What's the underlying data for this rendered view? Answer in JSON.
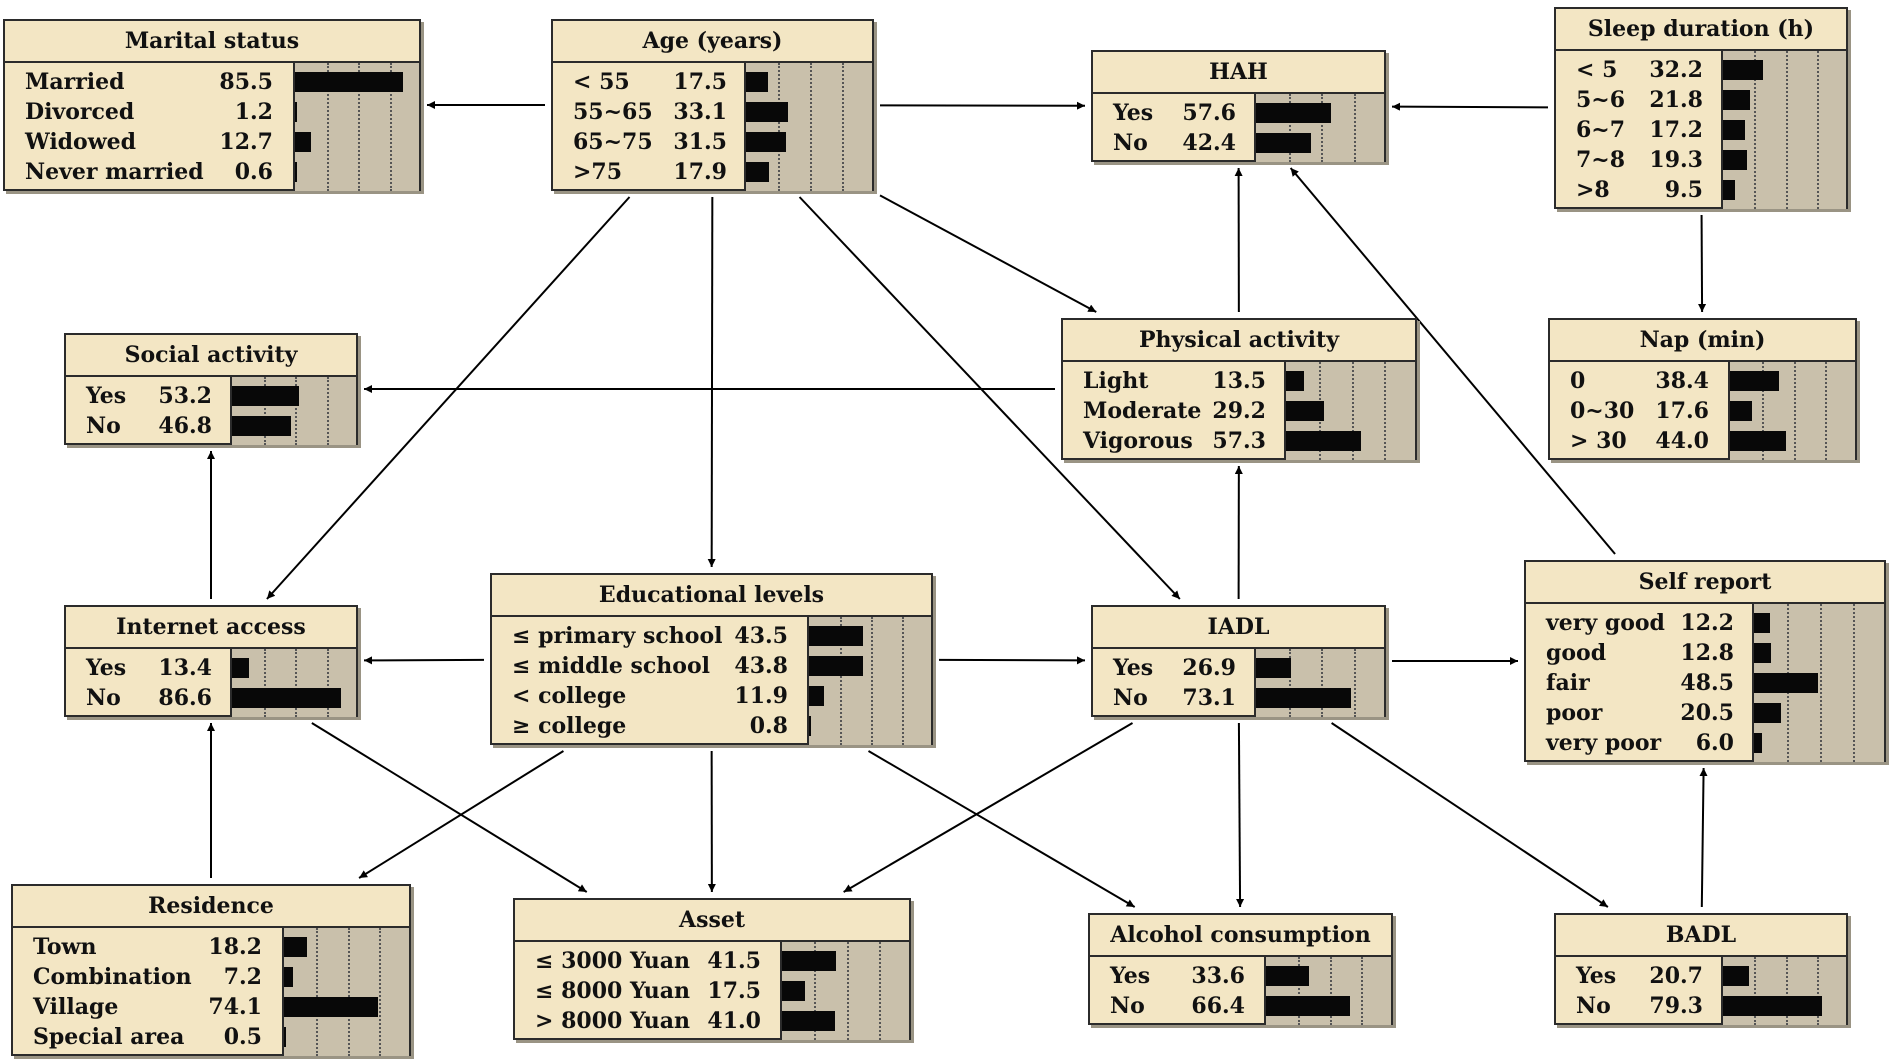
{
  "nodes": [
    {
      "id": "marital",
      "title": "Marital status",
      "states": [
        {
          "label": "Married",
          "value": "85.5"
        },
        {
          "label": "Divorced",
          "value": "1.2"
        },
        {
          "label": "Widowed",
          "value": "12.7"
        },
        {
          "label": "Never married",
          "value": "0.6"
        }
      ]
    },
    {
      "id": "age",
      "title": "Age (years)",
      "states": [
        {
          "label": "< 55",
          "value": "17.5"
        },
        {
          "label": "55~65",
          "value": "33.1"
        },
        {
          "label": "65~75",
          "value": "31.5"
        },
        {
          "label": ">75",
          "value": "17.9"
        }
      ]
    },
    {
      "id": "hah",
      "title": "HAH",
      "states": [
        {
          "label": "Yes",
          "value": "57.6"
        },
        {
          "label": "No",
          "value": "42.4"
        }
      ]
    },
    {
      "id": "sleep",
      "title": "Sleep duration (h)",
      "states": [
        {
          "label": "< 5",
          "value": "32.2"
        },
        {
          "label": "5~6",
          "value": "21.8"
        },
        {
          "label": "6~7",
          "value": "17.2"
        },
        {
          "label": "7~8",
          "value": "19.3"
        },
        {
          "label": ">8",
          "value": "9.5"
        }
      ]
    },
    {
      "id": "social",
      "title": "Social activity",
      "states": [
        {
          "label": "Yes",
          "value": "53.2"
        },
        {
          "label": "No",
          "value": "46.8"
        }
      ]
    },
    {
      "id": "physical",
      "title": "Physical activity",
      "states": [
        {
          "label": "Light",
          "value": "13.5"
        },
        {
          "label": "Moderate",
          "value": "29.2"
        },
        {
          "label": "Vigorous",
          "value": "57.3"
        }
      ]
    },
    {
      "id": "nap",
      "title": "Nap (min)",
      "states": [
        {
          "label": "0",
          "value": "38.4"
        },
        {
          "label": "0~30",
          "value": "17.6"
        },
        {
          "label": "> 30",
          "value": "44.0"
        }
      ]
    },
    {
      "id": "internet",
      "title": "Internet access",
      "states": [
        {
          "label": "Yes",
          "value": "13.4"
        },
        {
          "label": "No",
          "value": "86.6"
        }
      ]
    },
    {
      "id": "education",
      "title": "Educational levels",
      "states": [
        {
          "label": "≤ primary school",
          "value": "43.5"
        },
        {
          "label": "≤ middle school",
          "value": "43.8"
        },
        {
          "label": "< college",
          "value": "11.9"
        },
        {
          "label": "≥ college",
          "value": "0.8"
        }
      ]
    },
    {
      "id": "iadl",
      "title": "IADL",
      "states": [
        {
          "label": "Yes",
          "value": "26.9"
        },
        {
          "label": "No",
          "value": "73.1"
        }
      ]
    },
    {
      "id": "self",
      "title": "Self report",
      "states": [
        {
          "label": "very good",
          "value": "12.2"
        },
        {
          "label": "good",
          "value": "12.8"
        },
        {
          "label": "fair",
          "value": "48.5"
        },
        {
          "label": "poor",
          "value": "20.5"
        },
        {
          "label": "very poor",
          "value": "6.0"
        }
      ]
    },
    {
      "id": "residence",
      "title": "Residence",
      "states": [
        {
          "label": "Town",
          "value": "18.2"
        },
        {
          "label": "Combination",
          "value": "7.2"
        },
        {
          "label": "Village",
          "value": "74.1"
        },
        {
          "label": "Special area",
          "value": "0.5"
        }
      ]
    },
    {
      "id": "asset",
      "title": "Asset",
      "states": [
        {
          "label": "≤ 3000 Yuan",
          "value": "41.5"
        },
        {
          "label": "≤ 8000 Yuan",
          "value": "17.5"
        },
        {
          "label": "> 8000 Yuan",
          "value": "41.0"
        }
      ]
    },
    {
      "id": "alcohol",
      "title": "Alcohol consumption",
      "states": [
        {
          "label": "Yes",
          "value": "33.6"
        },
        {
          "label": "No",
          "value": "66.4"
        }
      ]
    },
    {
      "id": "badl",
      "title": "BADL",
      "states": [
        {
          "label": "Yes",
          "value": "20.7"
        },
        {
          "label": "No",
          "value": "79.3"
        }
      ]
    }
  ],
  "edges": [
    {
      "from": "age",
      "to": "marital"
    },
    {
      "from": "age",
      "to": "hah"
    },
    {
      "from": "age",
      "to": "internet"
    },
    {
      "from": "age",
      "to": "education"
    },
    {
      "from": "age",
      "to": "iadl"
    },
    {
      "from": "age",
      "to": "physical"
    },
    {
      "from": "sleep",
      "to": "hah"
    },
    {
      "from": "sleep",
      "to": "nap"
    },
    {
      "from": "physical",
      "to": "social"
    },
    {
      "from": "physical",
      "to": "hah"
    },
    {
      "from": "internet",
      "to": "social"
    },
    {
      "from": "internet",
      "to": "asset"
    },
    {
      "from": "education",
      "to": "internet"
    },
    {
      "from": "education",
      "to": "iadl"
    },
    {
      "from": "education",
      "to": "residence"
    },
    {
      "from": "education",
      "to": "asset"
    },
    {
      "from": "education",
      "to": "alcohol"
    },
    {
      "from": "iadl",
      "to": "physical"
    },
    {
      "from": "iadl",
      "to": "self"
    },
    {
      "from": "iadl",
      "to": "asset"
    },
    {
      "from": "iadl",
      "to": "alcohol"
    },
    {
      "from": "iadl",
      "to": "badl"
    },
    {
      "from": "self",
      "to": "hah"
    },
    {
      "from": "residence",
      "to": "internet"
    },
    {
      "from": "badl",
      "to": "self"
    }
  ]
}
